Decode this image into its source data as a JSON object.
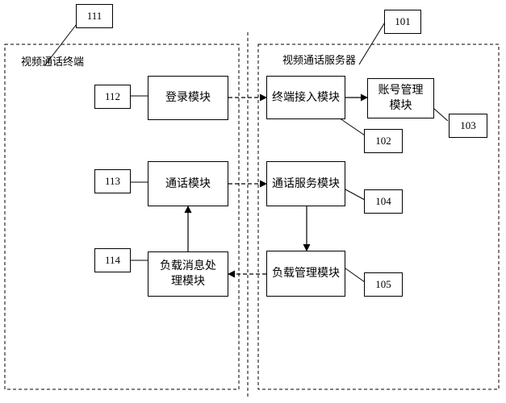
{
  "regions": {
    "terminal": {
      "label": "视频通话终端",
      "ref": "111"
    },
    "server": {
      "label": "视频通话服务器",
      "ref": "101"
    }
  },
  "modules": {
    "login": {
      "label": "登录模块",
      "ref": "112"
    },
    "call": {
      "label": "通话模块",
      "ref": "113"
    },
    "payload_process": {
      "label": "负载消息处理模块",
      "ref": "114"
    },
    "terminal_access": {
      "label": "终端接入模块",
      "ref": "102"
    },
    "account_mgmt": {
      "label": "账号管理模块",
      "ref": "103"
    },
    "call_service": {
      "label": "通话服务模块",
      "ref": "104"
    },
    "payload_mgmt": {
      "label": "负载管理模块",
      "ref": "105"
    }
  }
}
